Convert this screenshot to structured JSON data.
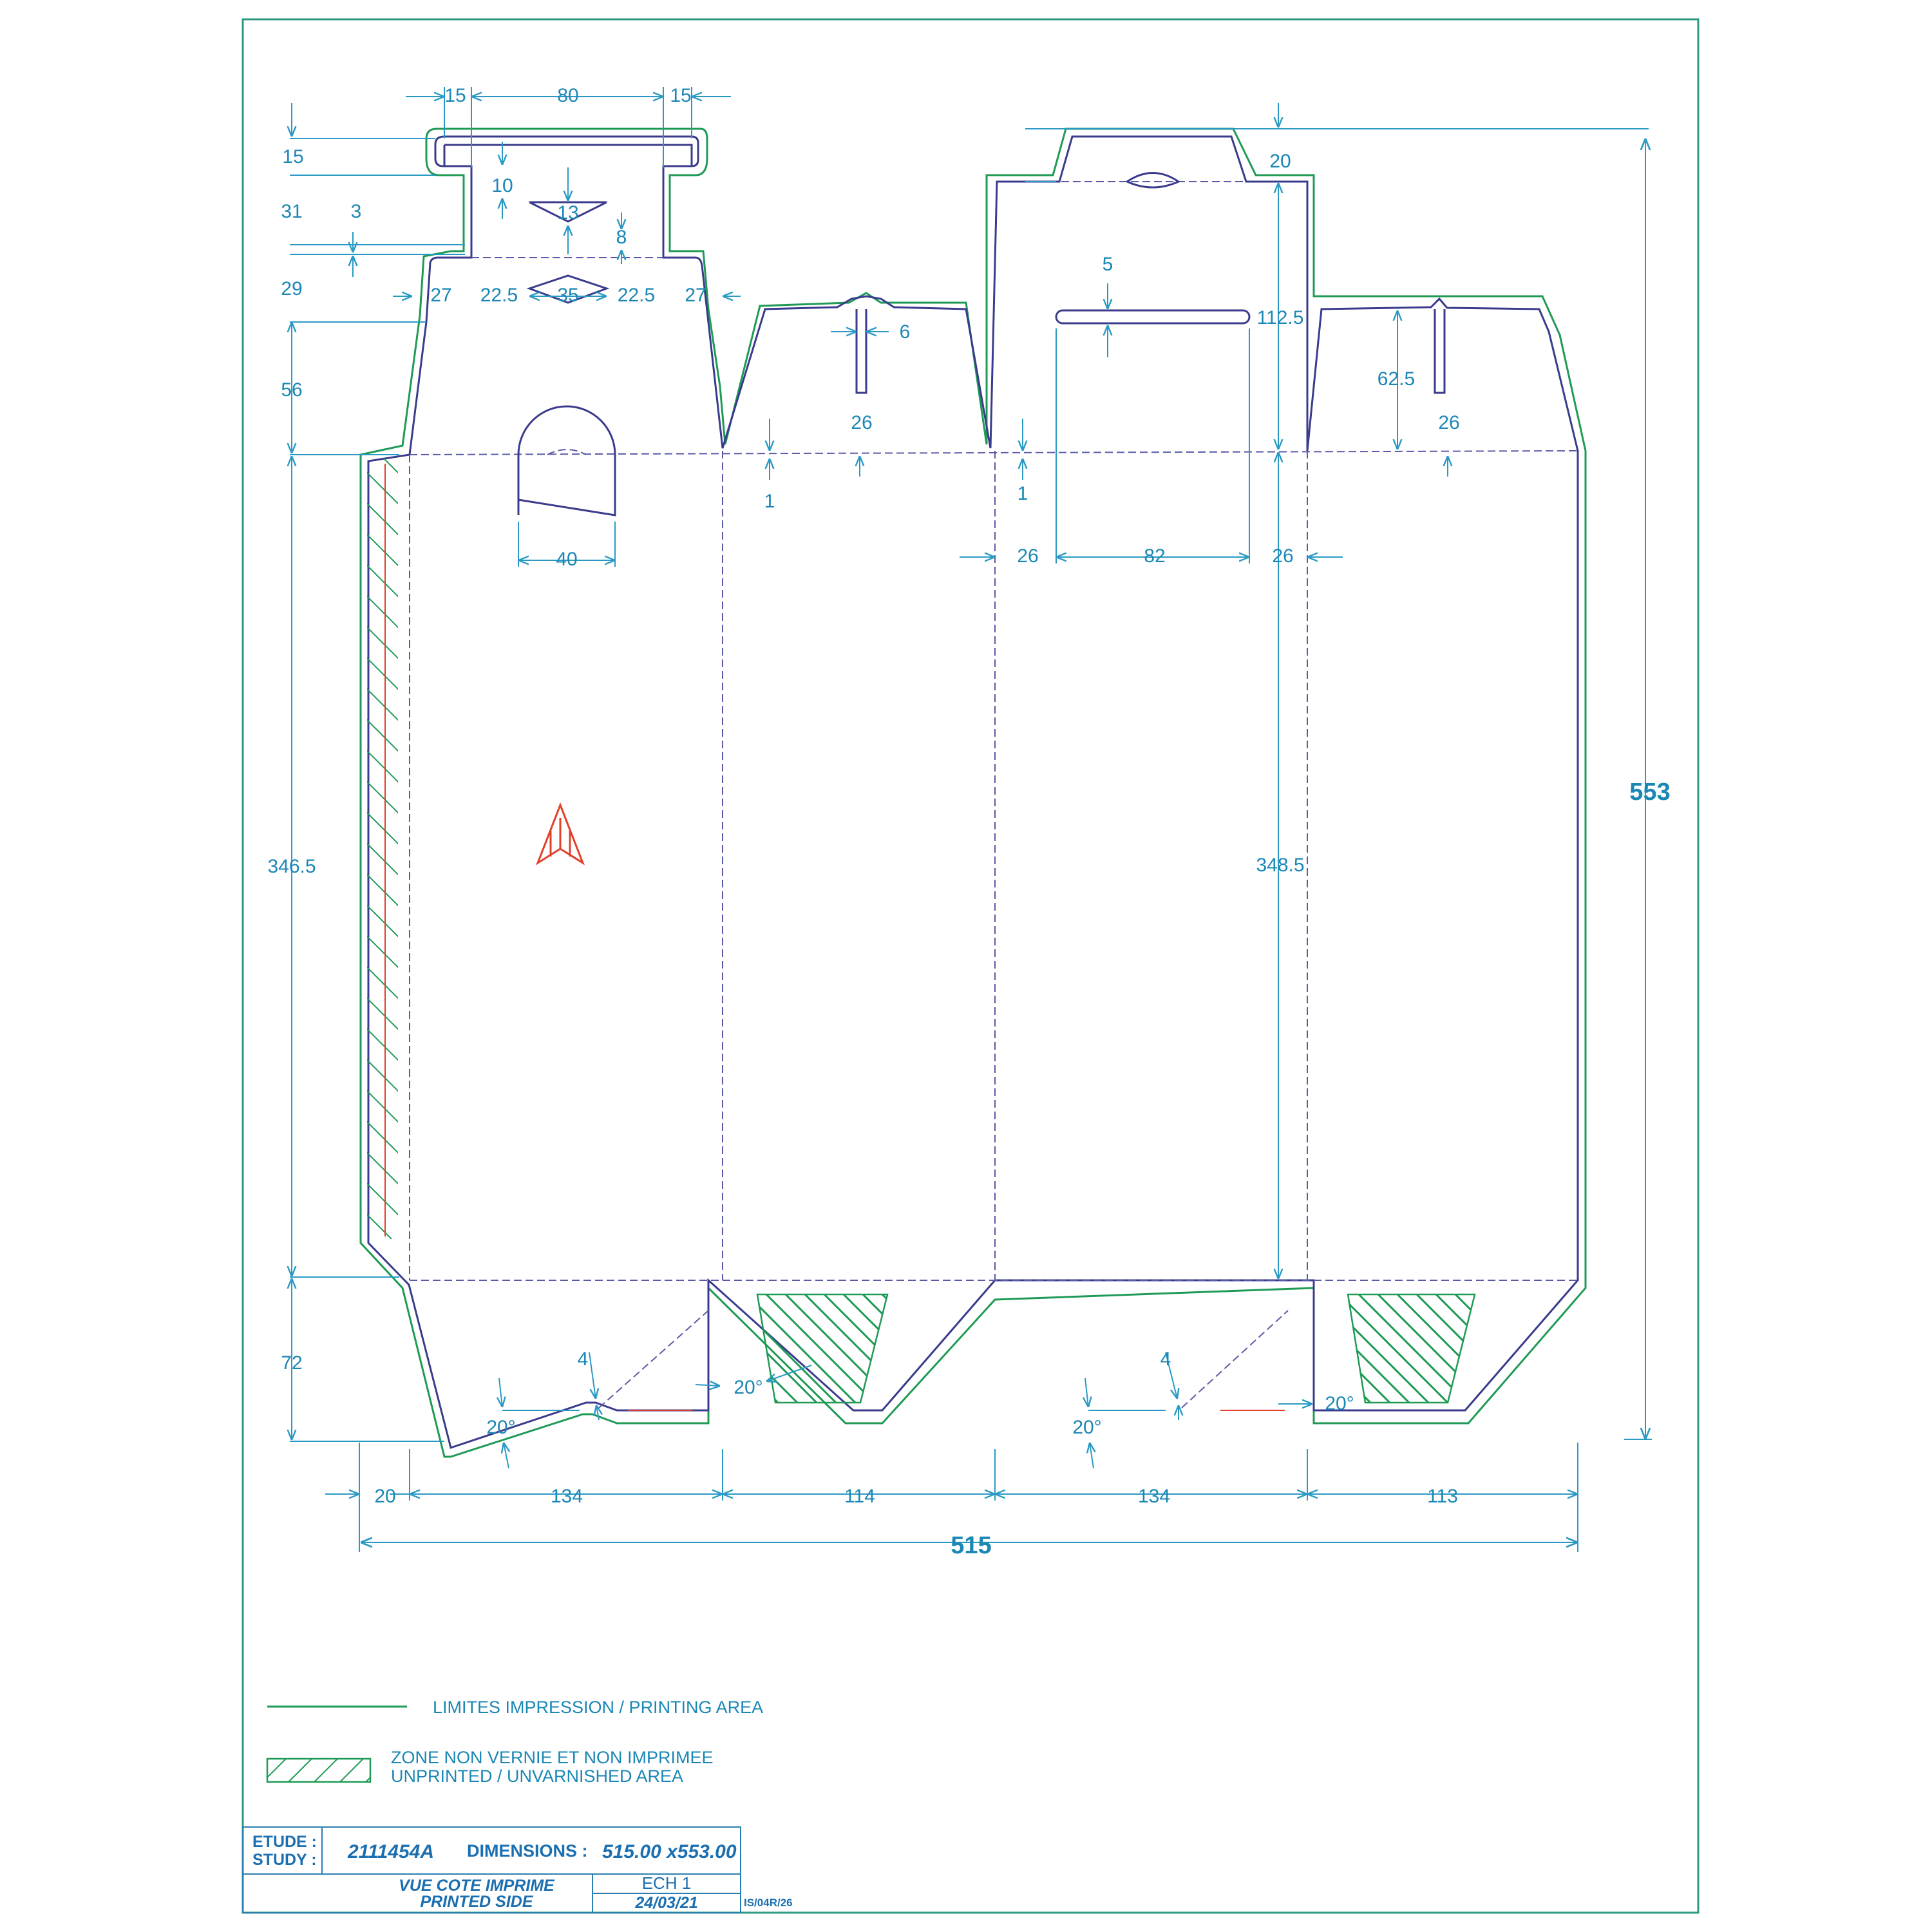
{
  "dimensions": {
    "top_tab_left": "15",
    "top_tab_width": "80",
    "top_tab_right": "15",
    "tab_height": "15",
    "slot_10": "10",
    "slot_13": "13",
    "slot_8": "8",
    "neck_31": "31",
    "neck_3": "3",
    "neck_29": "29",
    "side_27_left": "27",
    "side_22_5_left": "22.5",
    "center_35": "35",
    "side_22_5_right": "22.5",
    "side_27_right": "27",
    "shoulder_56": "56",
    "flap_6": "6",
    "slot_26_a": "26",
    "slot_5": "5",
    "height_112_5": "112.5",
    "height_62_5": "62.5",
    "slot_26_b": "26",
    "fold_1_a": "1",
    "fold_1_b": "1",
    "hole_40": "40",
    "inner_26_left": "26",
    "inner_82": "82",
    "inner_26_right": "26",
    "top_20": "20",
    "total_height": "553",
    "left_height": "346.5",
    "right_height": "348.5",
    "bottom_72": "72",
    "gap_4_a": "4",
    "gap_4_b": "4",
    "angle_1": "20°",
    "angle_2": "20°",
    "angle_3": "20°",
    "angle_4": "20°",
    "seg_20": "20",
    "seg_134_a": "134",
    "seg_114": "114",
    "seg_134_b": "134",
    "seg_113": "113",
    "total_width": "515"
  },
  "legend": {
    "printing_area": "LIMITES IMPRESSION / PRINTING AREA",
    "unprinted_line1": "ZONE NON VERNIE ET NON IMPRIMEE",
    "unprinted_line2": "UNPRINTED / UNVARNISHED AREA"
  },
  "title_block": {
    "etude_label": "ETUDE :",
    "study_label": "STUDY :",
    "study_number": "2111454A",
    "dimensions_label": "DIMENSIONS :",
    "dimensions_value": "515.00 x553.00",
    "view_line1": "VUE COTE IMPRIME",
    "view_line2": "PRINTED SIDE",
    "scale": "ECH 1",
    "date": "24/03/21",
    "ref": "IS/04R/26"
  },
  "colors": {
    "cut_line": "#3a3b8c",
    "dimension": "#1b87b5",
    "printing_limit": "#1f9a55",
    "glue_marker": "#e0402a"
  }
}
